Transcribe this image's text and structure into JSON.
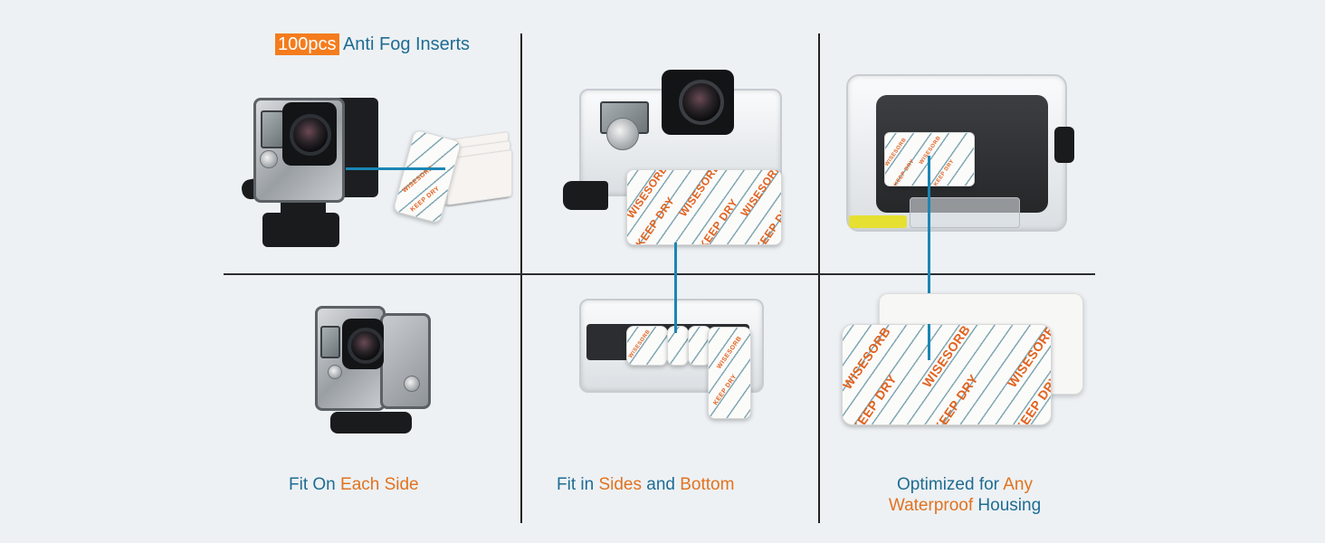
{
  "header": {
    "badge": "100pcs",
    "title": "Anti Fog Inserts"
  },
  "panels": [
    {
      "caption_parts": [
        {
          "text": "Fit On ",
          "color": "blue"
        },
        {
          "text": "Each Side",
          "color": "orange"
        }
      ]
    },
    {
      "caption_parts": [
        {
          "text": "Fit in ",
          "color": "blue"
        },
        {
          "text": "Sides",
          "color": "orange"
        },
        {
          "text": " and ",
          "color": "blue"
        },
        {
          "text": "Bottom",
          "color": "orange"
        }
      ]
    },
    {
      "caption_line1": [
        {
          "text": "Optimized for ",
          "color": "blue"
        },
        {
          "text": "Any",
          "color": "orange"
        }
      ],
      "caption_line2": [
        {
          "text": "Waterproof",
          "color": "orange"
        },
        {
          "text": " Housing",
          "color": "blue"
        }
      ]
    }
  ],
  "captions": {
    "p1_a": "Fit On ",
    "p1_b": "Each Side",
    "p2_a": "Fit in ",
    "p2_b": "Sides",
    "p2_c": " and ",
    "p2_d": "Bottom",
    "p3_a": "Optimized for ",
    "p3_b": "Any",
    "p3_c": "Waterproof",
    "p3_d": " Housing"
  },
  "insert_print": {
    "brand": "WISESORB",
    "slogan": "KEEP DRY"
  },
  "colors": {
    "background": "#edf1f4",
    "blue_text": "#1f6c92",
    "orange_text": "#e2721f",
    "badge_bg": "#f47c1d",
    "connector": "#1a86b4",
    "grid_line": "#222222"
  }
}
